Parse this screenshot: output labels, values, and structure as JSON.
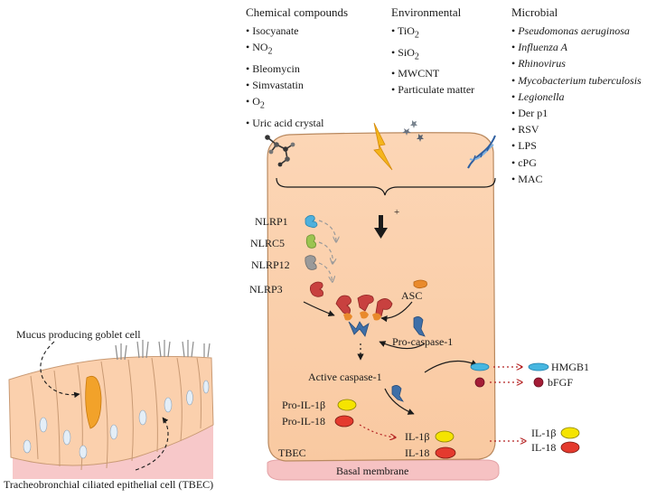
{
  "categories": [
    {
      "title": "Chemical compounds",
      "items": [
        {
          "text": "Isocyanate"
        },
        {
          "text": "NO",
          "sub": "2"
        },
        {
          "text": "Bleomycin"
        },
        {
          "text": "Simvastatin"
        },
        {
          "text": "O",
          "sub": "2"
        },
        {
          "text": "Uric acid crystal"
        }
      ]
    },
    {
      "title": "Environmental",
      "items": [
        {
          "text": "TiO",
          "sub": "2"
        },
        {
          "text": "SiO",
          "sub": "2"
        },
        {
          "text": "MWCNT"
        },
        {
          "text": "Particulate matter"
        }
      ]
    },
    {
      "title": "Microbial",
      "items": [
        {
          "text": "Pseudomonas aeruginosa",
          "italic": true
        },
        {
          "text": "Influenza A",
          "italic": true
        },
        {
          "text": "Rhinovirus",
          "italic": true
        },
        {
          "text": "Mycobacterium tuberculosis",
          "italic": true
        },
        {
          "text": "Legionella",
          "italic": true
        },
        {
          "text": "Der p1"
        },
        {
          "text": "RSV"
        },
        {
          "text": "LPS"
        },
        {
          "text": "cPG"
        },
        {
          "text": "MAC"
        }
      ]
    }
  ],
  "cell": {
    "plus": "+",
    "nlrs": [
      "NLRP1",
      "NLRC5",
      "NLRP12",
      "NLRP3"
    ],
    "asc": "ASC",
    "pro_caspase": "Pro-caspase-1",
    "active_caspase": "Active caspase-1",
    "pro_il1b": "Pro-IL-1β",
    "pro_il18": "Pro-IL-18",
    "il1b": "IL-1β",
    "il18": "IL-18",
    "tbec": "TBEC",
    "basal": "Basal membrane"
  },
  "outside": {
    "hmgb1": "HMGB1",
    "bfgf": "bFGF",
    "il1b": "IL-1β",
    "il18": "IL-18"
  },
  "tissue": {
    "goblet_label": "Mucus producing goblet cell",
    "tbec_label": "Tracheobronchial ciliated epithelial cell (TBEC)"
  },
  "colors": {
    "cell_fill": "#fbd2b0",
    "cell_stroke": "#b9895f",
    "membrane": "#f6c2c3",
    "nlr_blue": "#4fb0dc",
    "nlr_green": "#9bc450",
    "nlr_gray": "#9a9a9a",
    "nlr_red": "#c8413f",
    "asc_orange": "#e98a2c",
    "caspase_blue": "#3e6fa8",
    "il1b_yellow": "#f5e400",
    "il18_red": "#e43a2e",
    "bfgf_dark_red": "#a41d36",
    "hmgb1_cyan": "#46b6e0",
    "dotted_red": "#b52323"
  }
}
